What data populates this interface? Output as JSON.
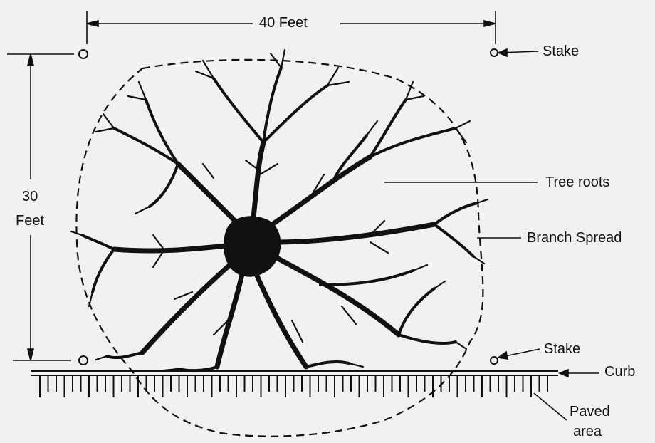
{
  "labels": {
    "width_dimension": "40 Feet",
    "height_number": "30",
    "height_unit": "Feet",
    "stake_top": "Stake",
    "stake_bottom": "Stake",
    "tree_roots": "Tree roots",
    "branch_spread": "Branch Spread",
    "curb": "Curb",
    "paved_line1": "Paved",
    "paved_line2": "area"
  },
  "colors": {
    "ink": "#111111",
    "background": "#f1f1f1"
  }
}
